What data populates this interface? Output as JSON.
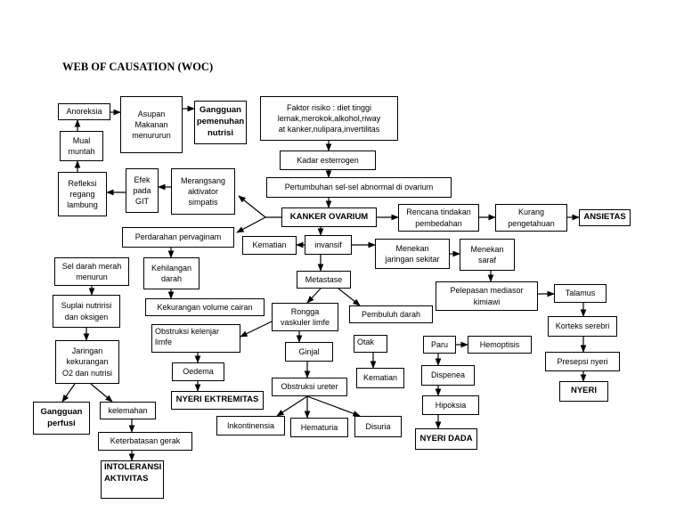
{
  "title": "WEB OF CAUSATION (WOC)",
  "nodes": {
    "anoreksia": "Anoreksia",
    "asupan": "Asupan\nMakanan\nmenururun",
    "gangguan_nutrisi": "Gangguan\npemenuhan\nnutrisi",
    "faktor_risiko": "Faktor risiko : diet tinggi\nlemak,merokok,alkohol,riway\nat kanker,nulipara,invertilitas",
    "mual": "Mual\nmuntah",
    "kadar_esterogen": "Kadar esterrogen",
    "refleksi": "Refleksi\nregang\nlambung",
    "efek_git": "Efek\npada\nGIT",
    "merangsang": "Merangsang\naktivator\nsimpatis",
    "pertumbuhan": "Pertumbuhan sel-sel abnormal di ovarium",
    "kanker": "KANKER OVARIUM",
    "rencana": "Rencana tindakan\npembedahan",
    "kurang": "Kurang\npengetahuan",
    "ansietas": "ANSIETAS",
    "perdarahan": "Perdarahan pervaginam",
    "kematian1": "Kematian",
    "invansif": "invansif",
    "menekan_jaringan": "Menekan\njaringan sekitar",
    "menekan_saraf": "Menekan\nsaraf",
    "sel_darah": "Sel darah merah\nmenurun",
    "kehilangan": "Kehilangan\ndarah",
    "metastase": "Metastase",
    "pelepasan": "Pelepasan mediasor\nkimiawi",
    "talamus": "Talamus",
    "suplai": "Suplai nutririsi\ndan oksigen",
    "kekurangan_vol": "Kekurangan volume cairan",
    "rongga": "Rongga\nvaskuler limfe",
    "pembuluh": "Pembuluh darah",
    "obstruksi_kelenjar": "Obstruksi kelenjar\nlimfe",
    "korteks": "Korteks serebri",
    "jaringan_kurang": "Jaringan\nkekurangan\nO2 dan nutrisi",
    "otak": "Otak",
    "paru": "Paru",
    "hemoptisis": "Hemoptisis",
    "ginjal": "Ginjal",
    "presepsi": "Presepsi nyeri",
    "oedema": "Oedema",
    "kematian2": "Kematian",
    "dispenea": "Dispenea",
    "obstruksi_ureter": "Obstruksi ureter",
    "nyeri": "NYERI",
    "nyeri_ekstremitas": "NYERI EKTREMITAS",
    "gangguan_perfusi": "Gangguan\nperfusi",
    "kelemahan": "kelemahan",
    "hipoksia": "Hipoksia",
    "inkontinensia": "Inkontinensia",
    "hematuria": "Hematuria",
    "disuria": "Disuria",
    "nyeri_dada": "NYERI DADA",
    "keterbatasan": "Keterbatasan gerak",
    "intoleransi": "INTOLERANSI\nAKTIVITAS"
  }
}
